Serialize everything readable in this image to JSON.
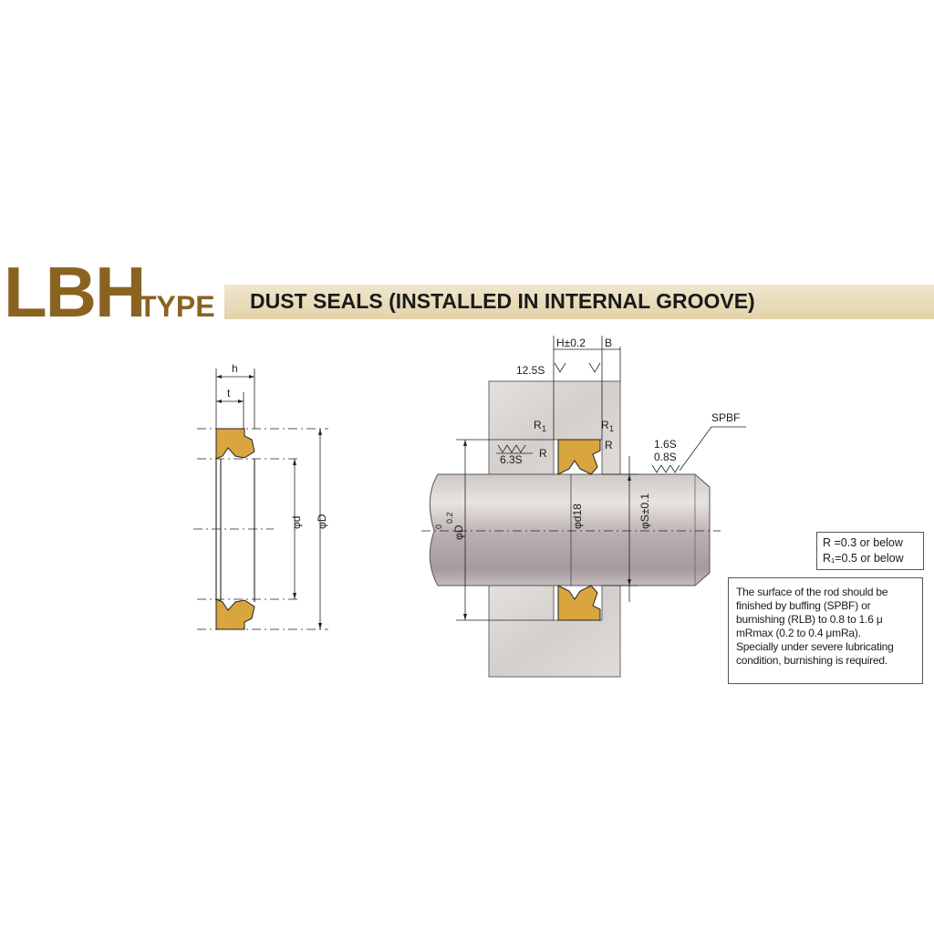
{
  "title": {
    "code": "LBH",
    "suffix": "TYPE",
    "banner": "DUST SEALS (INSTALLED IN INTERNAL GROOVE)"
  },
  "colors": {
    "title": "#8a6320",
    "seal": "#d8a53e",
    "banner": "#e8dbb7"
  },
  "left_figure": {
    "dim_h": "h",
    "dim_t": "t",
    "dim_d": "φd",
    "dim_D": "φD"
  },
  "right_figure": {
    "h_tol": "H±0.2",
    "b": "B",
    "rough_12_5": "12.5S",
    "rough_6_3": "6.3S",
    "r1_left": "R",
    "r1_left_sub": "1",
    "r1_right": "R",
    "r1_right_sub": "1",
    "r_left": "R",
    "r_right": "R",
    "spbf": "SPBF",
    "rough_1_6": "1.6S",
    "rough_0_8": "0.8S",
    "dim_D": "φD",
    "dim_D_tol_top": "0",
    "dim_D_tol_bottom": "0.2",
    "dim_d18": "φd18",
    "dim_S": "φS±0.1"
  },
  "notes": {
    "radius_line1": "R  =0.3 or below",
    "radius_line2": "R₁=0.5 or below",
    "surface_line1": "The surface of the rod should be",
    "surface_line2": "finished by buffing (SPBF) or",
    "surface_line3": "burnishing (RLB) to 0.8 to 1.6 μ",
    "surface_line4": "mRmax (0.2 to 0.4 μmRa).",
    "surface_line5": "Specially under severe lubricating",
    "surface_line6": "condition, burnishing is required."
  }
}
